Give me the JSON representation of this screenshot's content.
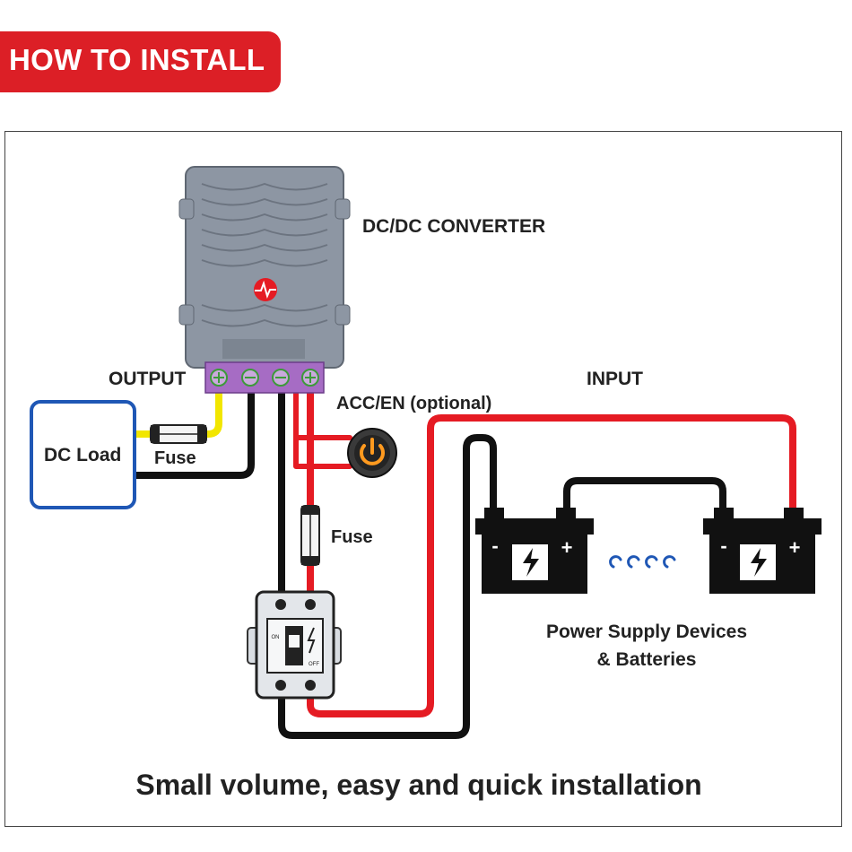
{
  "header": {
    "title": "HOW TO INSTALL"
  },
  "labels": {
    "converter": "DC/DC CONVERTER",
    "output": "OUTPUT",
    "input": "INPUT",
    "acc": "ACC/EN (optional)",
    "dc_load": "DC Load",
    "fuse_output": "Fuse",
    "fuse_input": "Fuse",
    "power_supply_line1": "Power Supply Devices",
    "power_supply_line2": "& Batteries",
    "battery_minus": "-",
    "battery_plus": "+",
    "breaker_on": "ON",
    "breaker_off": "OFF"
  },
  "footer": {
    "caption": "Small volume, easy and quick installation"
  },
  "colors": {
    "banner": "#dc1f26",
    "wire_positive": "#e51b23",
    "wire_negative": "#111111",
    "wire_output_positive": "#f2e600",
    "load_box": "#1f57b5",
    "converter_body": "#8d96a3",
    "terminal_block": "#a66cc4"
  }
}
